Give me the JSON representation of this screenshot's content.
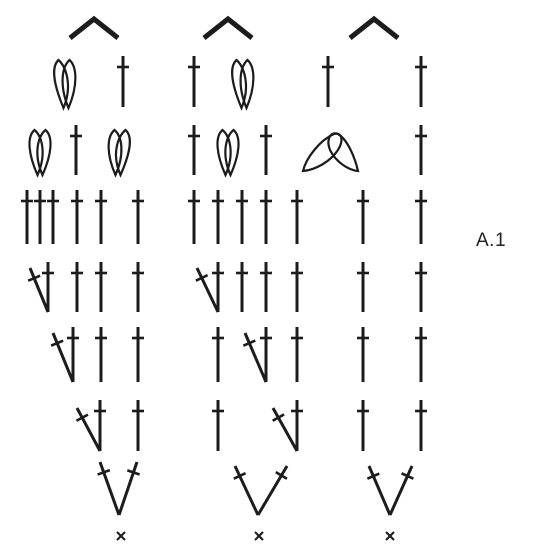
{
  "chart_label": "A.1",
  "colors": {
    "ink": "#1c1c1c",
    "background": "#ffffff"
  },
  "symbols": {
    "treble": "treble-crochet-symbol",
    "double_cluster": "double-crochet-cluster-symbol",
    "chain_arch": "chain-arch-symbol",
    "start_mark": "start-stitch-symbol"
  }
}
